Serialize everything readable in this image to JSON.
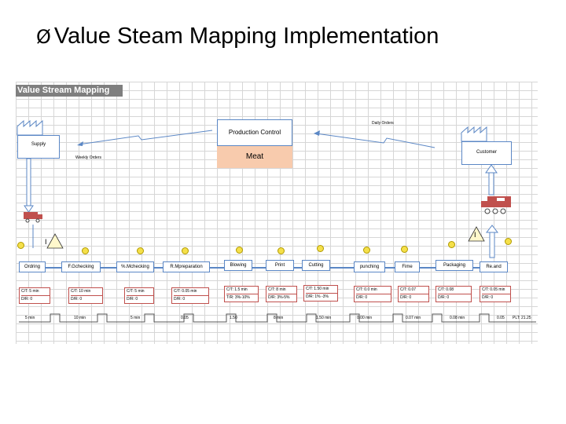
{
  "slide": {
    "title_bullet": "Ø",
    "title": "Value Steam Mapping  Implementation"
  },
  "vsm": {
    "header": "Value Stream Mapping",
    "supply": "Supply",
    "customer": "Customer",
    "production_control": "Production Control",
    "meat": "Meat",
    "daily_orders": "Daily Orders",
    "weekly_orders": "Weekly Orders",
    "inventory_label": "I",
    "processes": [
      {
        "label": "Ordring",
        "ct": "C/T: 5 min",
        "dr": "D/R: 0",
        "time": "5 min"
      },
      {
        "label": "F.Gchecking",
        "ct": "C/T: 10 min",
        "dr": "D/R: 0",
        "time": "10 min"
      },
      {
        "label": "%.Mchecking",
        "ct": "C/T: 5 min",
        "dr": "D/R: 0",
        "time": "5 min"
      },
      {
        "label": "R.Mpreparation",
        "ct": "C/T: 0.05 min",
        "dr": "D/R: 0",
        "time": "0.05"
      },
      {
        "label": "Blowing",
        "ct": "C/T: 1.5 min",
        "dr": "T/R: 3%-10%",
        "time": "1.50"
      },
      {
        "label": "Print",
        "ct": "C/T: 8 min",
        "dr": "D/R: 3%-5%",
        "time": "8 min"
      },
      {
        "label": "Cutting",
        "ct": "C/T: 1.50 min",
        "dr": "D/R: 1% -3%",
        "time": "1.50 min"
      },
      {
        "label": "punching",
        "ct": "C/T: 0.0 min",
        "dr": "D/R: 0",
        "time": "0.00 min"
      },
      {
        "label": "Fime",
        "ct": "C/T: 0.07",
        "dr": "D/R: 0",
        "time": "0.07 min"
      },
      {
        "label": "Packaging",
        "ct": "C/T: 0.08",
        "dr": "D/R: 0",
        "time": "0.08 min"
      },
      {
        "label": "Re.and",
        "ct": "C/T: 0.05 min",
        "dr": "D/R: 0",
        "time": "0.05"
      }
    ],
    "lead_time": "PLT: 21.25",
    "colors": {
      "grid": "#d6d6d6",
      "box_border": "#5b87c5",
      "data_border": "#c0504d",
      "meat_fill": "#f8cbad",
      "header_fill": "#7f7f7f",
      "truck": "#c0504d",
      "kaizen": "#f5e04a"
    }
  }
}
